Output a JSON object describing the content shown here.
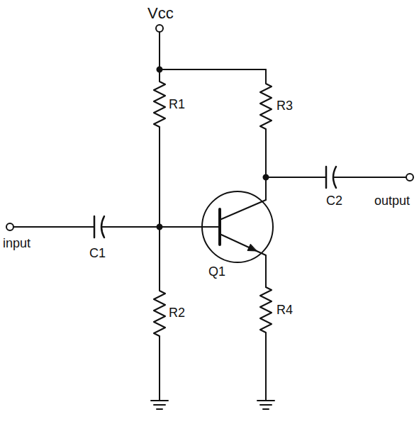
{
  "diagram": {
    "labels": [
      "Vcc",
      "R1",
      "R3",
      "C2",
      "output",
      "input",
      "C1",
      "Q1",
      "R2",
      "R4"
    ]
  }
}
